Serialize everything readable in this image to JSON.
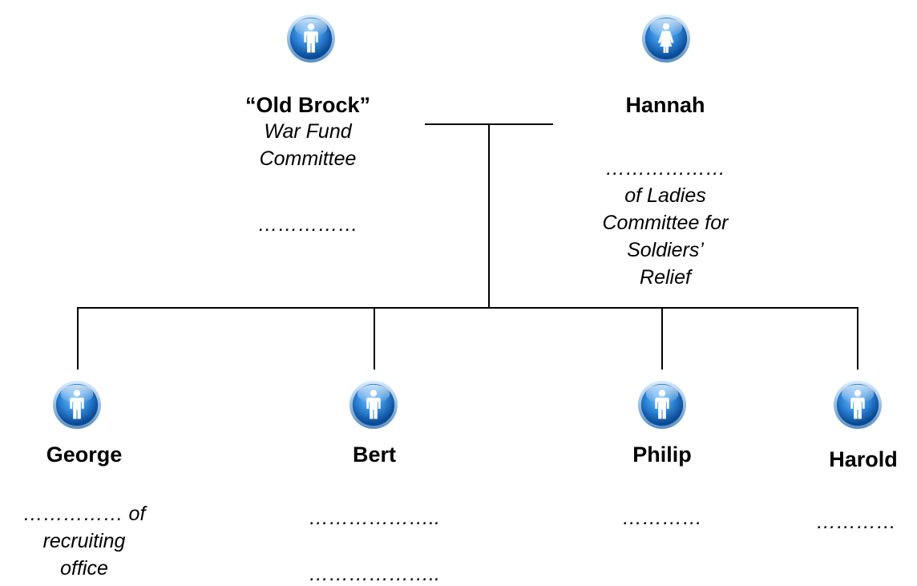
{
  "colors": {
    "icon_ring_outer": "#0d4f9c",
    "icon_ring_inner": "#3f9be6",
    "icon_figure": "#ffffff",
    "lines": "#000000"
  },
  "parents": {
    "father": {
      "icon": "person-male-icon",
      "name": "“Old Brock”",
      "role_lines": [
        "War Fund",
        "Committee"
      ],
      "blank": "……………"
    },
    "mother": {
      "icon": "person-female-icon",
      "name": "Hannah",
      "role_lines": [
        "………………",
        "of Ladies",
        "Committee for",
        "Soldiers’",
        "Relief"
      ]
    }
  },
  "children": [
    {
      "icon": "person-male-icon",
      "name": "George",
      "role_lines": [
        "…………… of",
        "recruiting",
        "office"
      ]
    },
    {
      "icon": "person-male-icon",
      "name": "Bert",
      "role_lines": [
        "………………..",
        "……………….."
      ]
    },
    {
      "icon": "person-male-icon",
      "name": "Philip",
      "role_lines": [
        "…………"
      ]
    },
    {
      "icon": "person-male-icon",
      "name": "Harold",
      "role_lines": [
        "…………"
      ]
    }
  ]
}
